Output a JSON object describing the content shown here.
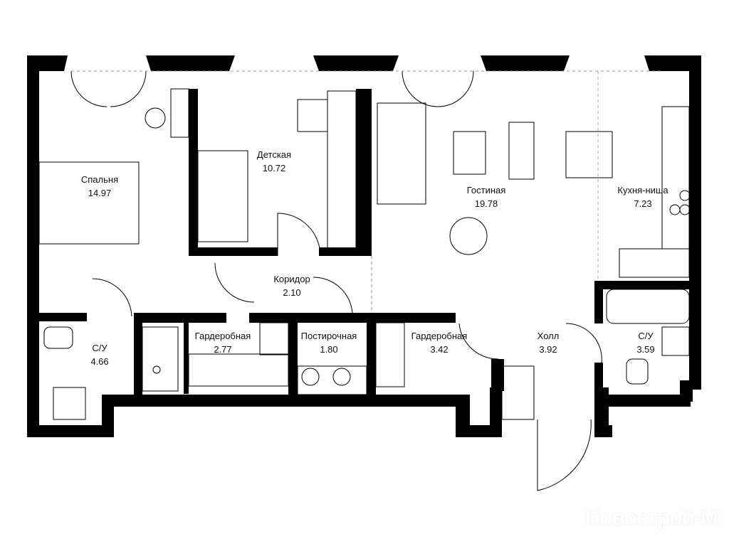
{
  "plan": {
    "rooms": [
      {
        "name": "Спальня",
        "area": "14.97"
      },
      {
        "name": "Детская",
        "area": "10.72"
      },
      {
        "name": "Гостиная",
        "area": "19.78"
      },
      {
        "name": "Кухня-ниша",
        "area": "7.23"
      },
      {
        "name": "Коридор",
        "area": "2.10"
      },
      {
        "name": "С/У",
        "area": "4.66"
      },
      {
        "name": "Гардеробная",
        "area": "2.77"
      },
      {
        "name": "Постирочная",
        "area": "1.80"
      },
      {
        "name": "Гардеробная",
        "area": "3.42"
      },
      {
        "name": "Холл",
        "area": "3.92"
      },
      {
        "name": "С/У",
        "area": "3.59"
      }
    ],
    "watermark": "Новострой-М",
    "wall_color": "#000000"
  }
}
